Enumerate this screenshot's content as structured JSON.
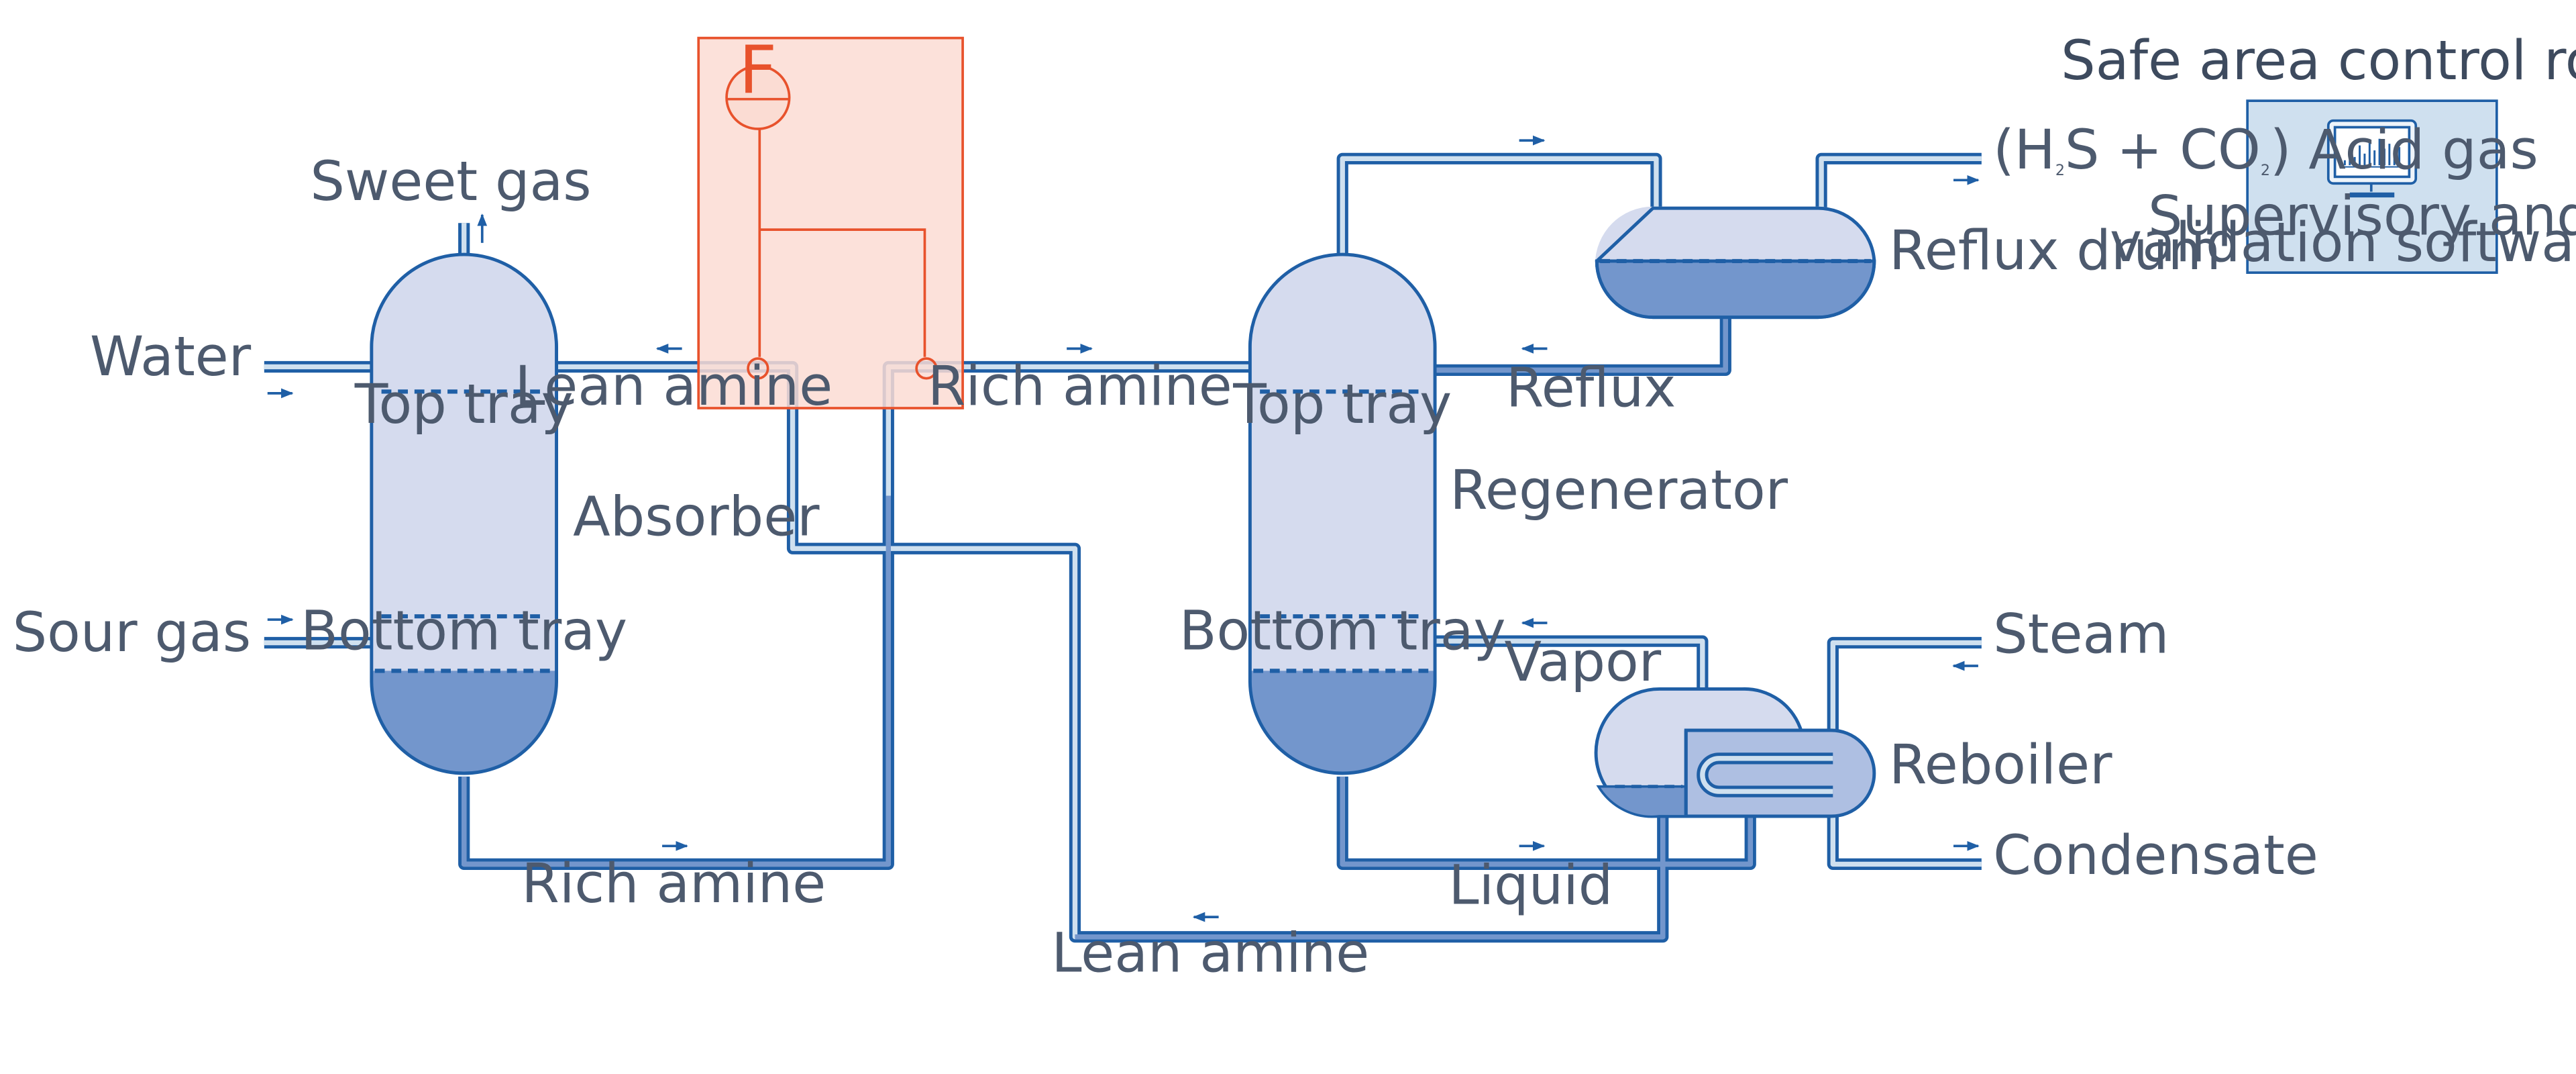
{
  "labels": {
    "sweet_gas": "Sweet gas",
    "water": "Water",
    "sour_gas": "Sour gas",
    "absorber": "Absorber",
    "absorber_top_tray": "Top tray",
    "absorber_bottom_tray": "Bottom tray",
    "lean_amine_top": "Lean amine",
    "rich_amine_top": "Rich amine",
    "rich_amine_bottom": "Rich amine",
    "lean_amine_bottom": "Lean amine",
    "regen_top_tray": "Top tray",
    "regen_bottom_tray": "Bottom tray",
    "regenerator": "Regenerator",
    "reflux": "Reflux",
    "reflux_drum": "Reflux drum",
    "acid_gas_open": "(H",
    "acid_gas_h_sub": "2",
    "acid_gas_mid": "S + CO",
    "acid_gas_co_sub": "2",
    "acid_gas_close": ") Acid gas",
    "vapor": "Vapor",
    "liquid": "Liquid",
    "reboiler": "Reboiler",
    "steam": "Steam",
    "condensate": "Condensate",
    "flow_meter": "F",
    "control_room_title": "Safe area control room",
    "software_line1": "Supervisory and",
    "software_line2": "validation software"
  },
  "colors": {
    "pipe_outline": "#1f5fa6",
    "pipe_fill": "#cfe0ef",
    "vessel_fill": "#d5dbee",
    "liquid_fill": "#7396cc",
    "arrow": "#1f5fa6",
    "meter_accent": "#e8522c",
    "meter_box_fill": "#fbdcd3",
    "control_room_fill": "#cfe0ef",
    "text": "#4d5a6e"
  }
}
